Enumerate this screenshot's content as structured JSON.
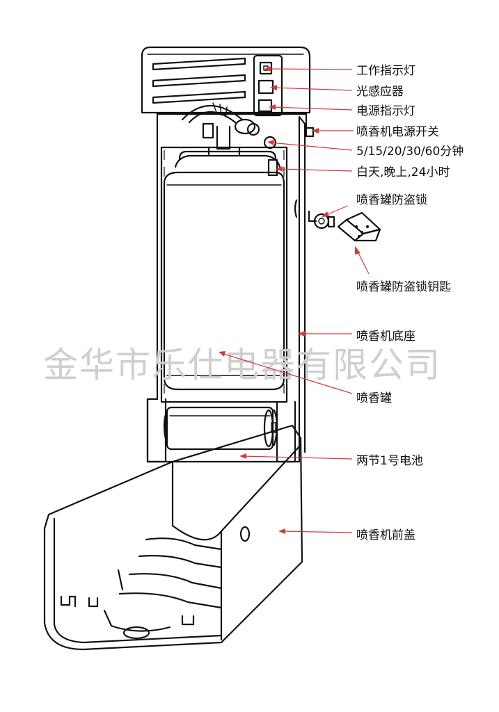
{
  "watermark": "金华市乐仕电器有限公司",
  "callouts": [
    {
      "text": "工作指示灯"
    },
    {
      "text": "光感应器"
    },
    {
      "text": "电源指示灯"
    },
    {
      "text": "喷香机电源开关"
    },
    {
      "text": "5/15/20/30/60分钟"
    },
    {
      "text": "白天,晚上,24小时"
    },
    {
      "text": "喷香罐防盗锁"
    },
    {
      "text": "喷香罐防盗锁钥匙"
    },
    {
      "text": "喷香机底座"
    },
    {
      "text": "喷香罐"
    },
    {
      "text": "两节1号电池"
    },
    {
      "text": "喷香机前盖"
    }
  ],
  "colors": {
    "leader": "#d23b3b",
    "ink": "#111111",
    "watermark": "#cfcfcf"
  }
}
